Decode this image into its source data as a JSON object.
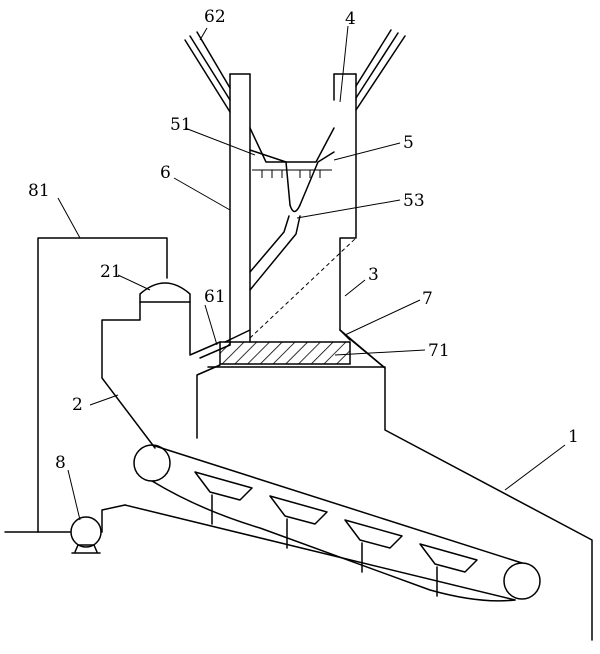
{
  "labels": {
    "l62": "62",
    "l4": "4",
    "l51": "51",
    "l5": "5",
    "l6": "6",
    "l81": "81",
    "l53": "53",
    "l21": "21",
    "l61": "61",
    "l3": "3",
    "l7": "7",
    "l71": "71",
    "l2": "2",
    "l1": "1",
    "l8": "8"
  }
}
